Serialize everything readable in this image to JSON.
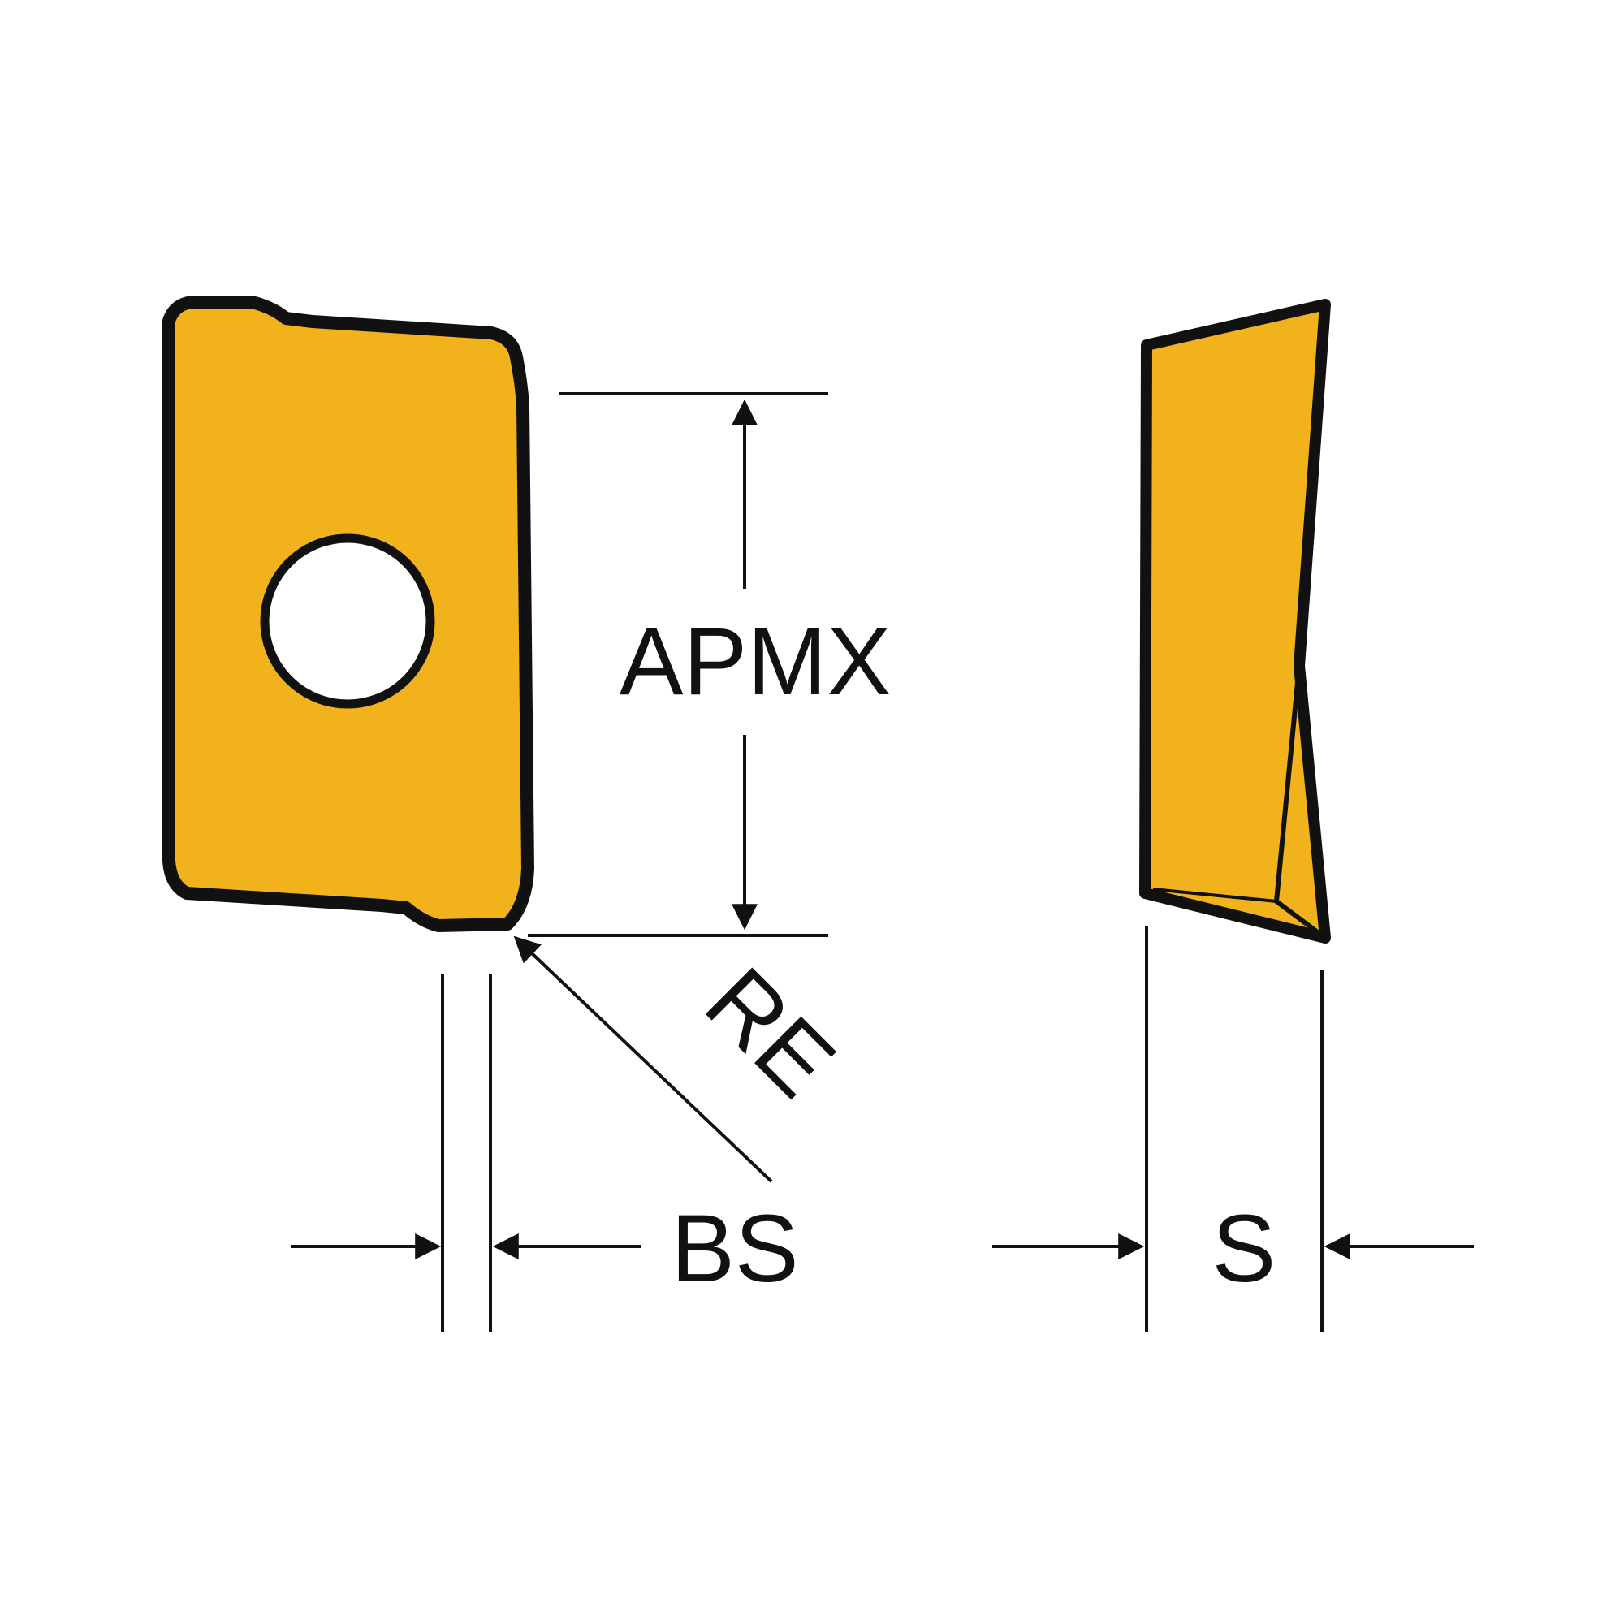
{
  "diagram": {
    "labels": {
      "apmx": "APMX",
      "re": "RE",
      "bs": "BS",
      "s": "S"
    },
    "colors": {
      "insert_fill": "#F2B21C",
      "outline": "#111111",
      "background": "#FFFFFF"
    }
  }
}
